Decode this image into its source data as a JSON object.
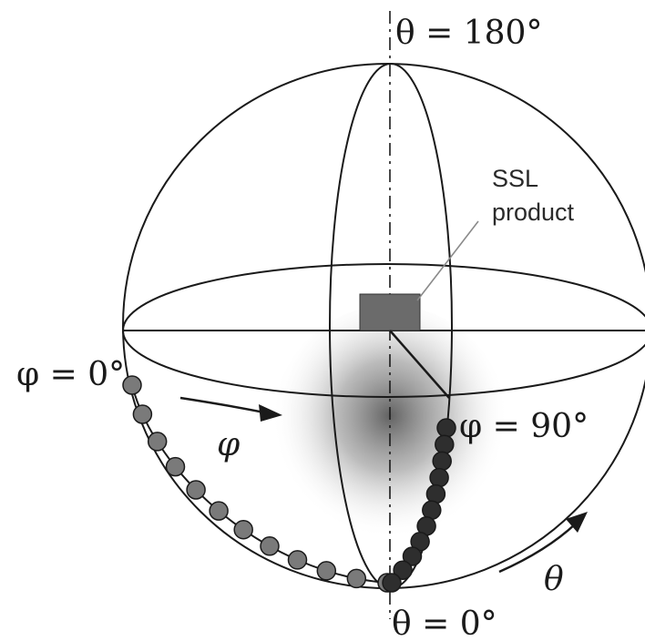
{
  "labels": {
    "theta_top": "θ = 180°",
    "theta_bottom": "θ = 0°",
    "phi_left": "φ = 0°",
    "phi_right": "φ = 90°",
    "phi_arrow": "φ",
    "theta_arrow": "θ",
    "product_line1": "SSL",
    "product_line2": "product"
  },
  "colors": {
    "line": "#1a1a1a",
    "product_box": "#6b6b6b",
    "dot_light": "#7a7a7a",
    "dot_dark": "#2e2e2e"
  },
  "measurement_points": {
    "phi_0_arc_count": 12,
    "phi_90_arc_count": 11
  }
}
